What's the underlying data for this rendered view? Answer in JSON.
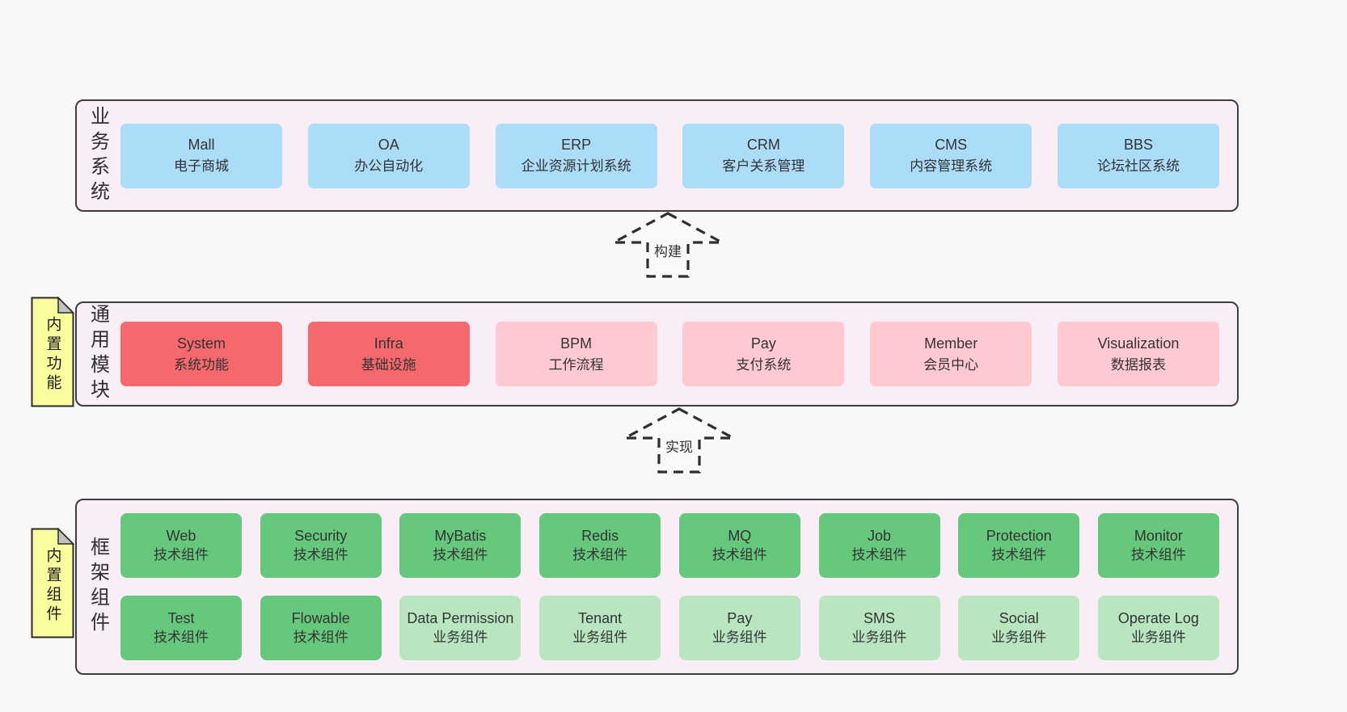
{
  "colors": {
    "page_bg": "#f8f8f8",
    "band_bg": "#f9edf6",
    "band_border": "#3d3d3d",
    "blue_box": "#abdcf8",
    "red_box": "#f5696e",
    "pink_box": "#ffc9d2",
    "green_box": "#66c87c",
    "light_green_box": "#b9e6c1",
    "sticky_yellow": "#fbfc9e",
    "sticky_fold": "#c2c2c2",
    "text": "#333333"
  },
  "band1": {
    "label": "业务系统",
    "items": [
      {
        "name": "Mall",
        "desc": "电子商城"
      },
      {
        "name": "OA",
        "desc": "办公自动化"
      },
      {
        "name": "ERP",
        "desc": "企业资源计划系统"
      },
      {
        "name": "CRM",
        "desc": "客户关系管理"
      },
      {
        "name": "CMS",
        "desc": "内容管理系统"
      },
      {
        "name": "BBS",
        "desc": "论坛社区系统"
      }
    ]
  },
  "arrow1": {
    "label": "构建"
  },
  "band2": {
    "label": "通用模块",
    "sticky": "内置功能",
    "items": [
      {
        "name": "System",
        "desc": "系统功能",
        "variant": "red"
      },
      {
        "name": "Infra",
        "desc": "基础设施",
        "variant": "red"
      },
      {
        "name": "BPM",
        "desc": "工作流程",
        "variant": "pink"
      },
      {
        "name": "Pay",
        "desc": "支付系统",
        "variant": "pink"
      },
      {
        "name": "Member",
        "desc": "会员中心",
        "variant": "pink"
      },
      {
        "name": "Visualization",
        "desc": "数据报表",
        "variant": "pink"
      }
    ]
  },
  "arrow2": {
    "label": "实现"
  },
  "band3": {
    "label": "框架组件",
    "sticky": "内置组件",
    "row1": [
      {
        "name": "Web",
        "desc": "技术组件",
        "variant": "green"
      },
      {
        "name": "Security",
        "desc": "技术组件",
        "variant": "green"
      },
      {
        "name": "MyBatis",
        "desc": "技术组件",
        "variant": "green"
      },
      {
        "name": "Redis",
        "desc": "技术组件",
        "variant": "green"
      },
      {
        "name": "MQ",
        "desc": "技术组件",
        "variant": "green"
      },
      {
        "name": "Job",
        "desc": "技术组件",
        "variant": "green"
      },
      {
        "name": "Protection",
        "desc": "技术组件",
        "variant": "green"
      },
      {
        "name": "Monitor",
        "desc": "技术组件",
        "variant": "green"
      }
    ],
    "row2": [
      {
        "name": "Test",
        "desc": "技术组件",
        "variant": "green"
      },
      {
        "name": "Flowable",
        "desc": "技术组件",
        "variant": "green"
      },
      {
        "name": "Data Permission",
        "desc": "业务组件",
        "variant": "light_green"
      },
      {
        "name": "Tenant",
        "desc": "业务组件",
        "variant": "light_green"
      },
      {
        "name": "Pay",
        "desc": "业务组件",
        "variant": "light_green"
      },
      {
        "name": "SMS",
        "desc": "业务组件",
        "variant": "light_green"
      },
      {
        "name": "Social",
        "desc": "业务组件",
        "variant": "light_green"
      },
      {
        "name": "Operate Log",
        "desc": "业务组件",
        "variant": "light_green"
      }
    ]
  }
}
